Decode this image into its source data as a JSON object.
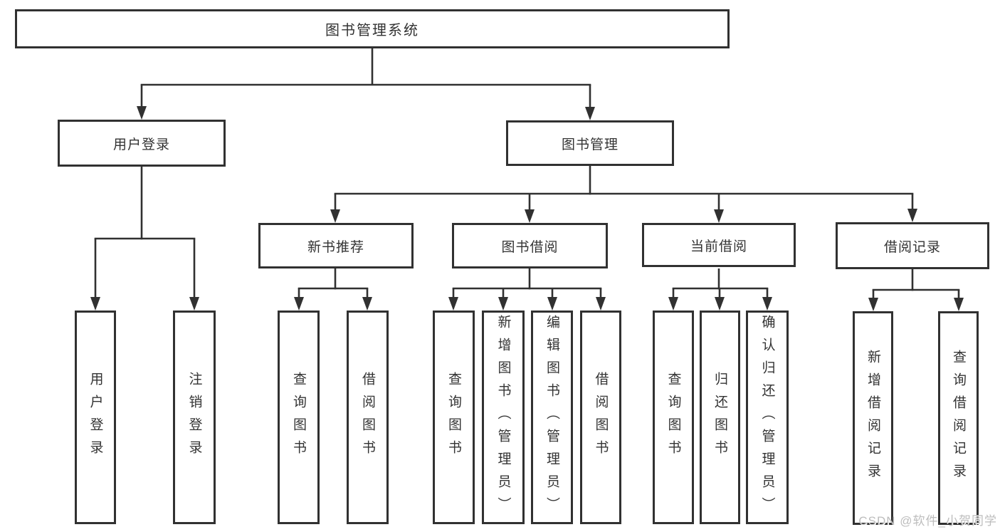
{
  "diagram": {
    "title": "图书管理系统",
    "branches": [
      {
        "label": "用户登录",
        "children": [
          {
            "label": "用户登录"
          },
          {
            "label": "注销登录"
          }
        ]
      },
      {
        "label": "图书管理",
        "sections": [
          {
            "label": "新书推荐",
            "children": [
              {
                "label": "查询图书"
              },
              {
                "label": "借阅图书"
              }
            ]
          },
          {
            "label": "图书借阅",
            "children": [
              {
                "label": "查询图书"
              },
              {
                "label": "新增图书（管理员）"
              },
              {
                "label": "编辑图书（管理员）"
              },
              {
                "label": "借阅图书"
              }
            ]
          },
          {
            "label": "当前借阅",
            "children": [
              {
                "label": "查询图书"
              },
              {
                "label": "归还图书"
              },
              {
                "label": "确认归还（管理员）"
              }
            ]
          },
          {
            "label": "借阅记录",
            "children": [
              {
                "label": "新增借阅记录"
              },
              {
                "label": "查询借阅记录"
              }
            ]
          }
        ]
      }
    ]
  },
  "watermark": "CSDN @软件_小贺同学",
  "colors": {
    "line": "#313131",
    "text": "#333333",
    "background": "#ffffff",
    "watermark": "#bdbdbd"
  }
}
